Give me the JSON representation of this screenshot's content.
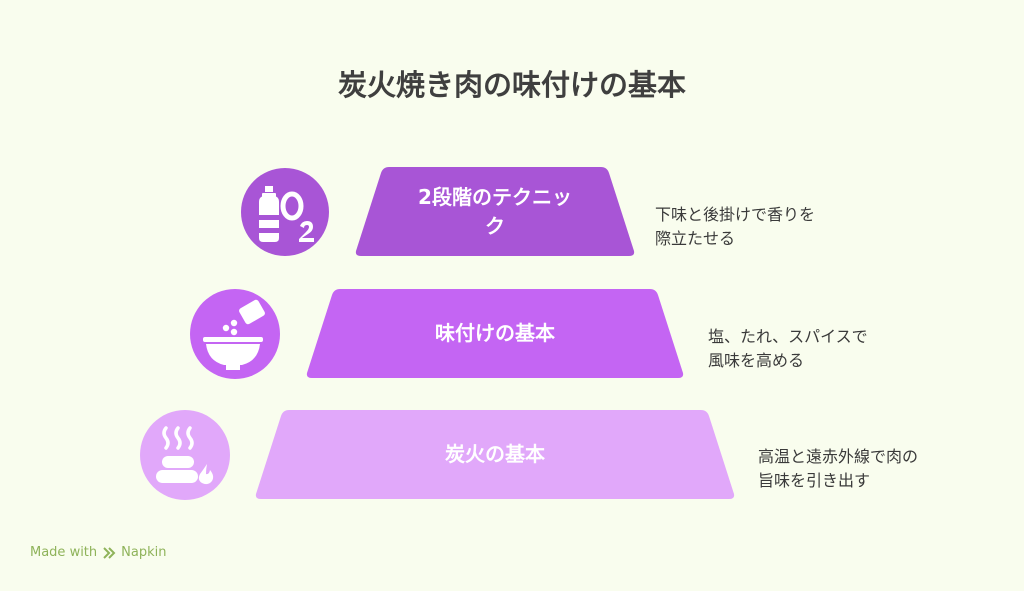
{
  "title": "炭火焼き肉の味付けの基本",
  "tiers": [
    {
      "label_line1": "2段階のテクニッ",
      "label_line2": "ク",
      "description": "下味と後掛けで香りを\n際立たせる",
      "color": "#A855D6",
      "icon": "oxygen-bottle-icon"
    },
    {
      "label": "味付けの基本",
      "description": "塩、たれ、スパイスで\n風味を高める",
      "color": "#C465F3",
      "icon": "seasoning-bowl-icon"
    },
    {
      "label": "炭火の基本",
      "description": "高温と遠赤外線で肉の\n旨味を引き出す",
      "color": "#E1A8FA",
      "icon": "hot-stones-icon"
    }
  ],
  "footer": {
    "made_with": "Made with",
    "brand": "Napkin",
    "color": "#8FB35A"
  }
}
